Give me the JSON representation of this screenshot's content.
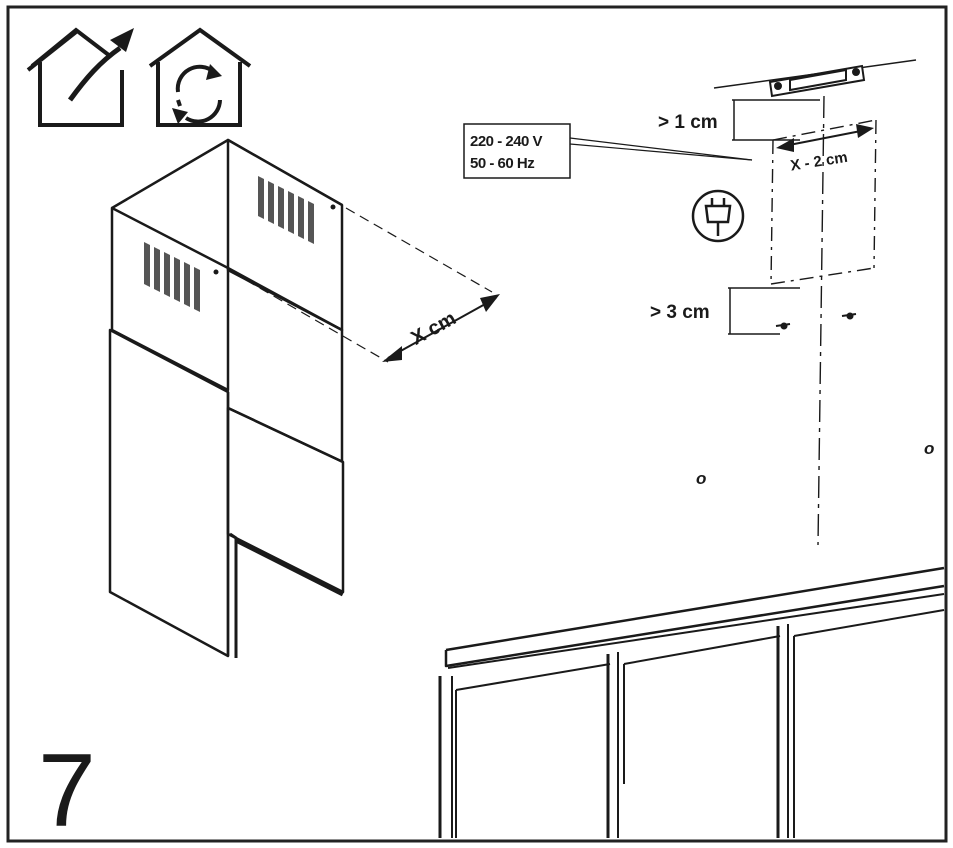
{
  "step_number": "7",
  "voltage": "220 - 240 V",
  "frequency": "50 - 60 Hz",
  "dim_top": "> 1 cm",
  "dim_width": "X - 2 cm",
  "dim_bottom": "> 3 cm",
  "dim_chimney": "X cm",
  "hole_mark_left": "o",
  "hole_mark_right": "o",
  "icons": [
    "ducted-exhaust-house-icon",
    "recirculation-house-icon",
    "plug-icon"
  ],
  "line_color": "#1a1a1a",
  "background": "#ffffff"
}
